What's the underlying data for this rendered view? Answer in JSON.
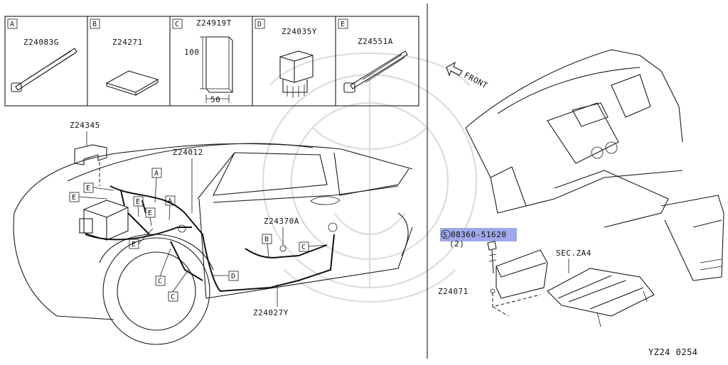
{
  "parts_table": [
    {
      "letter": "A",
      "part_no": "Z24083G"
    },
    {
      "letter": "B",
      "part_no": "Z24271"
    },
    {
      "letter": "C",
      "part_no": "Z24919T",
      "dim_height": "100",
      "dim_width": "50"
    },
    {
      "letter": "D",
      "part_no": "Z24035Y"
    },
    {
      "letter": "E",
      "part_no": "Z24551A"
    }
  ],
  "left_diagram": {
    "labels": {
      "bracket": "Z24345",
      "harness_main": "Z24012",
      "clip": "Z24370A",
      "harness_body": "Z24027Y"
    },
    "callouts": [
      "A",
      "A",
      "E",
      "E",
      "E",
      "E",
      "B",
      "C",
      "C",
      "C",
      "D"
    ]
  },
  "right_diagram": {
    "front_label": "FRONT",
    "bolt_part_no": "08360-51620",
    "bolt_prefix": "S",
    "bolt_qty": "(2)",
    "bracket_part_no": "Z24071",
    "section_ref": "SEC.ZA4",
    "highlight_color": "#9fa8e8"
  },
  "figure_id": "YZ24 0254"
}
